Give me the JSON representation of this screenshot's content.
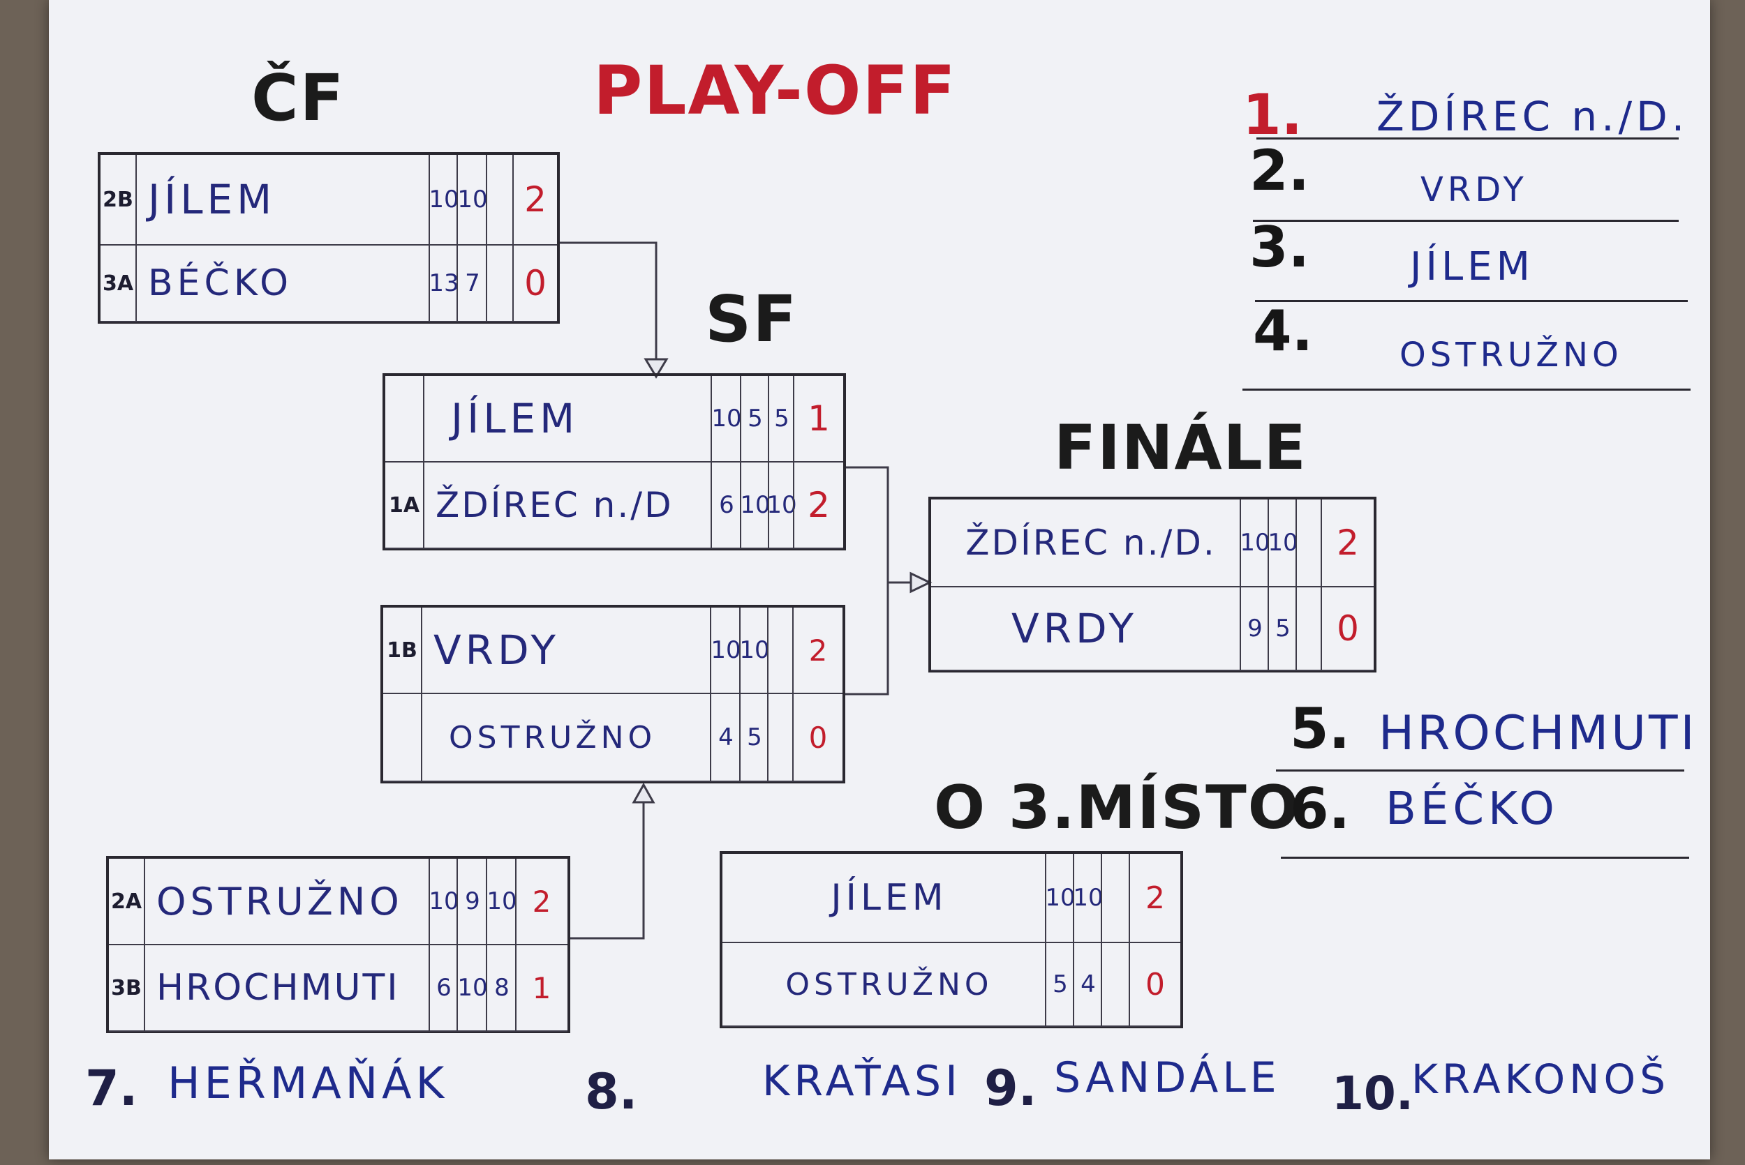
{
  "headings": {
    "title": "PLAY-OFF",
    "quarterfinal": "ČF",
    "semifinal": "SF",
    "final": "FINÁLE",
    "third_place": "O 3.MÍSTO"
  },
  "quarterfinals": [
    {
      "rows": [
        {
          "seed": "2B",
          "team": "JÍLEM",
          "scores": [
            "10",
            "10",
            ""
          ],
          "sets": "2"
        },
        {
          "seed": "3A",
          "team": "BÉČKO",
          "scores": [
            "13",
            "7",
            ""
          ],
          "sets": "0"
        }
      ]
    },
    {
      "rows": [
        {
          "seed": "2A",
          "team": "OSTRUŽNO",
          "scores": [
            "10",
            "9",
            "10"
          ],
          "sets": "2"
        },
        {
          "seed": "3B",
          "team": "HROCHMUTI",
          "scores": [
            "6",
            "10",
            "8"
          ],
          "sets": "1"
        }
      ]
    }
  ],
  "semifinals": [
    {
      "rows": [
        {
          "seed": "",
          "team": "JÍLEM",
          "scores": [
            "10",
            "5",
            "5"
          ],
          "sets": "1"
        },
        {
          "seed": "1A",
          "team": "ŽDÍREC n./D",
          "scores": [
            "6",
            "10",
            "10"
          ],
          "sets": "2"
        }
      ]
    },
    {
      "rows": [
        {
          "seed": "1B",
          "team": "VRDY",
          "scores": [
            "10",
            "10",
            ""
          ],
          "sets": "2"
        },
        {
          "seed": "",
          "team": "OSTRUŽNO",
          "scores": [
            "4",
            "5",
            ""
          ],
          "sets": "0"
        }
      ]
    }
  ],
  "final": {
    "rows": [
      {
        "team": "ŽDÍREC n./D.",
        "scores": [
          "10",
          "10",
          ""
        ],
        "sets": "2"
      },
      {
        "team": "VRDY",
        "scores": [
          "9",
          "5",
          ""
        ],
        "sets": "0"
      }
    ]
  },
  "third_place_match": {
    "rows": [
      {
        "team": "JÍLEM",
        "scores": [
          "10",
          "10",
          ""
        ],
        "sets": "2"
      },
      {
        "team": "OSTRUŽNO",
        "scores": [
          "5",
          "4",
          ""
        ],
        "sets": "0"
      }
    ]
  },
  "standings_top": [
    {
      "place": "1.",
      "team": "ŽDÍREC n./D."
    },
    {
      "place": "2.",
      "team": "VRDY"
    },
    {
      "place": "3.",
      "team": "JÍLEM"
    },
    {
      "place": "4.",
      "team": "OSTRUŽNO"
    }
  ],
  "standings_mid": [
    {
      "place": "5.",
      "team": "HROCHMUTI"
    },
    {
      "place": "6.",
      "team": "BÉČKO"
    }
  ],
  "standings_bottom": [
    {
      "place": "7.",
      "team": "HEŘMAŇÁK"
    },
    {
      "place": "8.",
      "team": "KRAŤASI"
    },
    {
      "place": "9.",
      "team": "SANDÁLE"
    },
    {
      "place": "10.",
      "team": "KRAKONOŠ"
    }
  ],
  "colors": {
    "ink_blue": "#1e2a8c",
    "ink_red": "#c21d2c",
    "ink_black": "#161616",
    "paper": "#f1f2f6",
    "background": "#6d6257"
  }
}
